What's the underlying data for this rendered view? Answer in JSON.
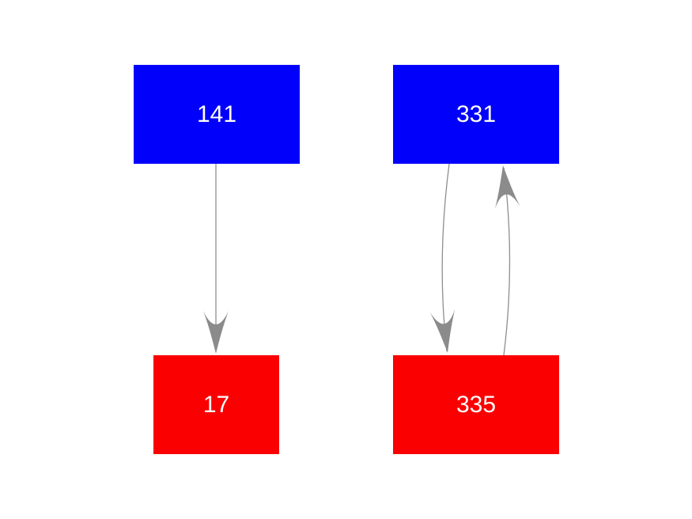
{
  "diagram": {
    "type": "network-graph",
    "background_color": "#ffffff",
    "nodes": [
      {
        "id": "141",
        "label": "141",
        "shape": "box",
        "fill_color": "#0000fb",
        "text_color": "#ffffff"
      },
      {
        "id": "331",
        "label": "331",
        "shape": "box",
        "fill_color": "#0000fb",
        "text_color": "#ffffff"
      },
      {
        "id": "17",
        "label": "17",
        "shape": "box",
        "fill_color": "#fb0000",
        "text_color": "#ffffff"
      },
      {
        "id": "335",
        "label": "335",
        "shape": "box",
        "fill_color": "#fb0000",
        "text_color": "#ffffff"
      }
    ],
    "edges": [
      {
        "from": "141",
        "to": "17",
        "direction": "down",
        "curve": "straight"
      },
      {
        "from": "331",
        "to": "335",
        "direction": "down",
        "curve": "arc-left"
      },
      {
        "from": "335",
        "to": "331",
        "direction": "up",
        "curve": "arc-right"
      }
    ],
    "styles": {
      "edge_color": "#8e8e8e",
      "arrow_color": "#8b8b8b"
    }
  }
}
